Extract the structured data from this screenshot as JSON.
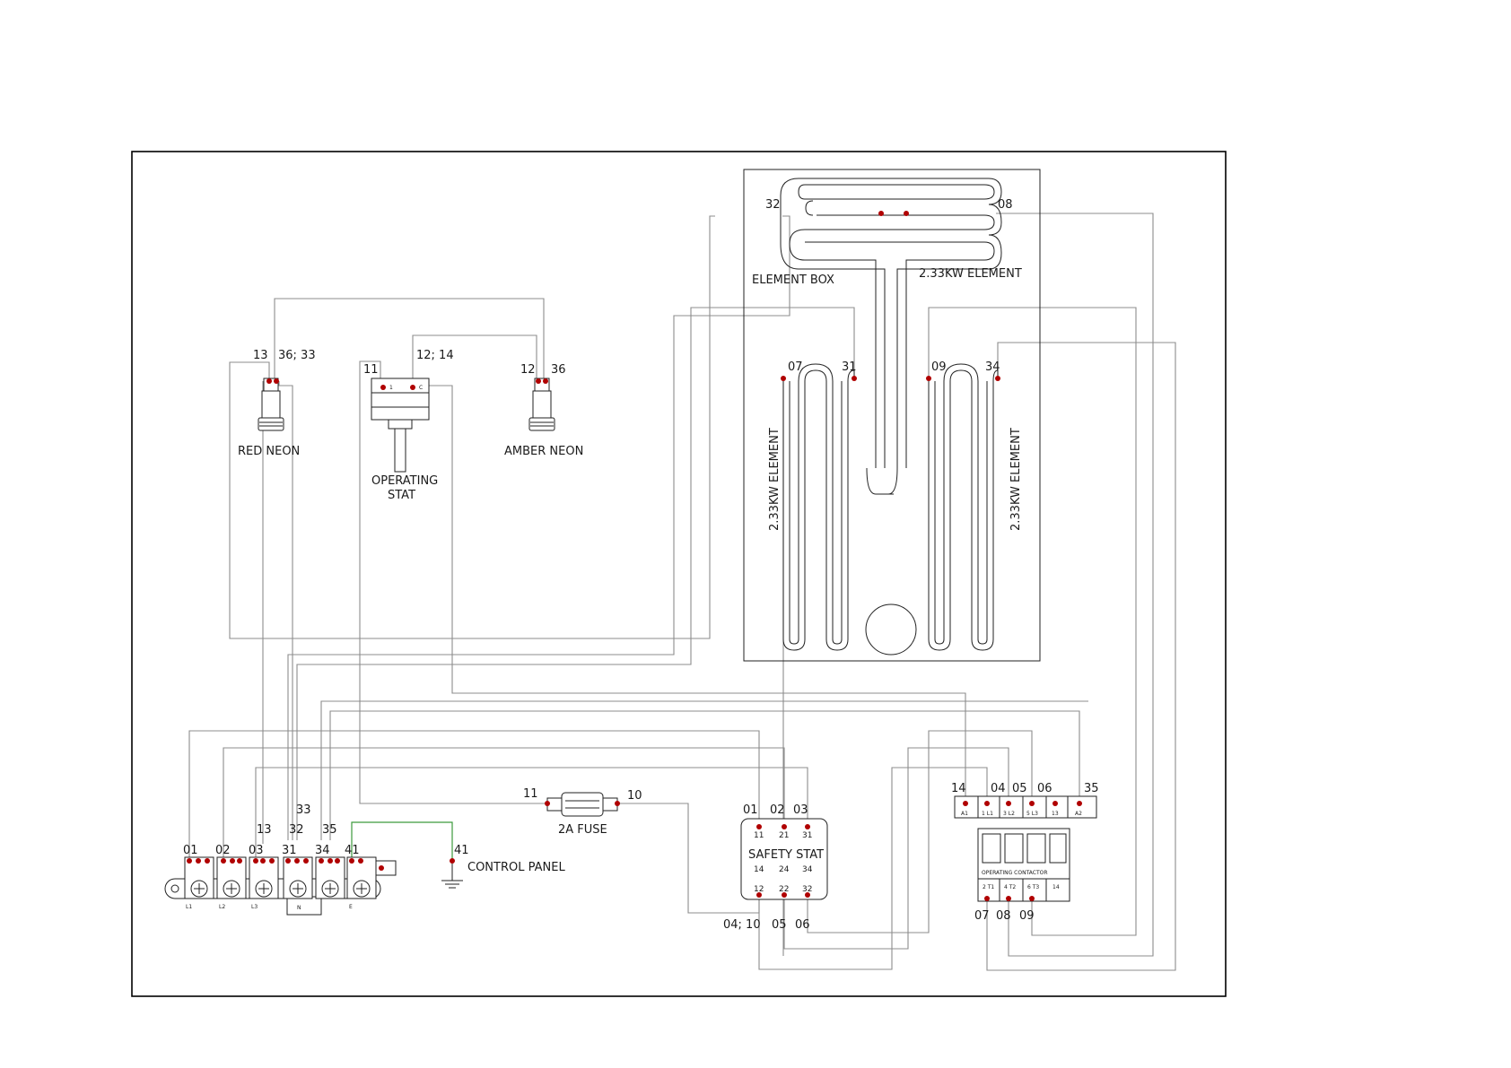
{
  "element_box": {
    "title": "ELEMENT BOX",
    "top_element": "2.33KW ELEMENT",
    "left_element": "2.33KW ELEMENT",
    "right_element": "2.33KW ELEMENT",
    "terminals": {
      "t32": "32",
      "t08": "08",
      "t07": "07",
      "t31": "31",
      "t09": "09",
      "t34": "34"
    }
  },
  "red_neon": {
    "label": "RED NEON",
    "pin_left": "13",
    "pin_right": "36; 33"
  },
  "operating_stat": {
    "label_line1": "OPERATING",
    "label_line2": "STAT",
    "pin_left": "11",
    "pin_right": "12; 14",
    "pin_mark_1": "1",
    "pin_mark_2": "C"
  },
  "amber_neon": {
    "label": "AMBER NEON",
    "pin_left": "12",
    "pin_right": "36"
  },
  "fuse": {
    "label": "2A FUSE",
    "pin_left": "11",
    "pin_right": "10"
  },
  "safety_stat": {
    "label": "SAFETY STAT",
    "top_pins": [
      "01",
      "02",
      "03"
    ],
    "top_marks": [
      "11",
      "21",
      "31"
    ],
    "mid_marks": [
      "14",
      "24",
      "34"
    ],
    "bottom_marks": [
      "12",
      "22",
      "32"
    ],
    "bottom_pins": [
      "04; 10",
      "05",
      "06"
    ]
  },
  "contactor": {
    "label": "OPERATING CONTACTOR",
    "top_pins": [
      "14",
      "04",
      "05",
      "06",
      "35"
    ],
    "top_marks": [
      "A1",
      "1 L1",
      "3 L2",
      "5 L3",
      "13",
      "A2"
    ],
    "bottom_marks": [
      "2 T1",
      "4 T2",
      "6 T3",
      "14"
    ],
    "bottom_pins": [
      "07",
      "08",
      "09"
    ]
  },
  "terminal_block": {
    "pins": [
      "01",
      "02",
      "03",
      "31",
      "34",
      "41"
    ],
    "upper_pins": [
      "13",
      "32",
      "35"
    ],
    "top_pin": "33",
    "marks": [
      "L1",
      "L2",
      "L3",
      "N",
      "E"
    ]
  },
  "control_panel": {
    "label": "CONTROL PANEL",
    "earth_pin": "41"
  }
}
